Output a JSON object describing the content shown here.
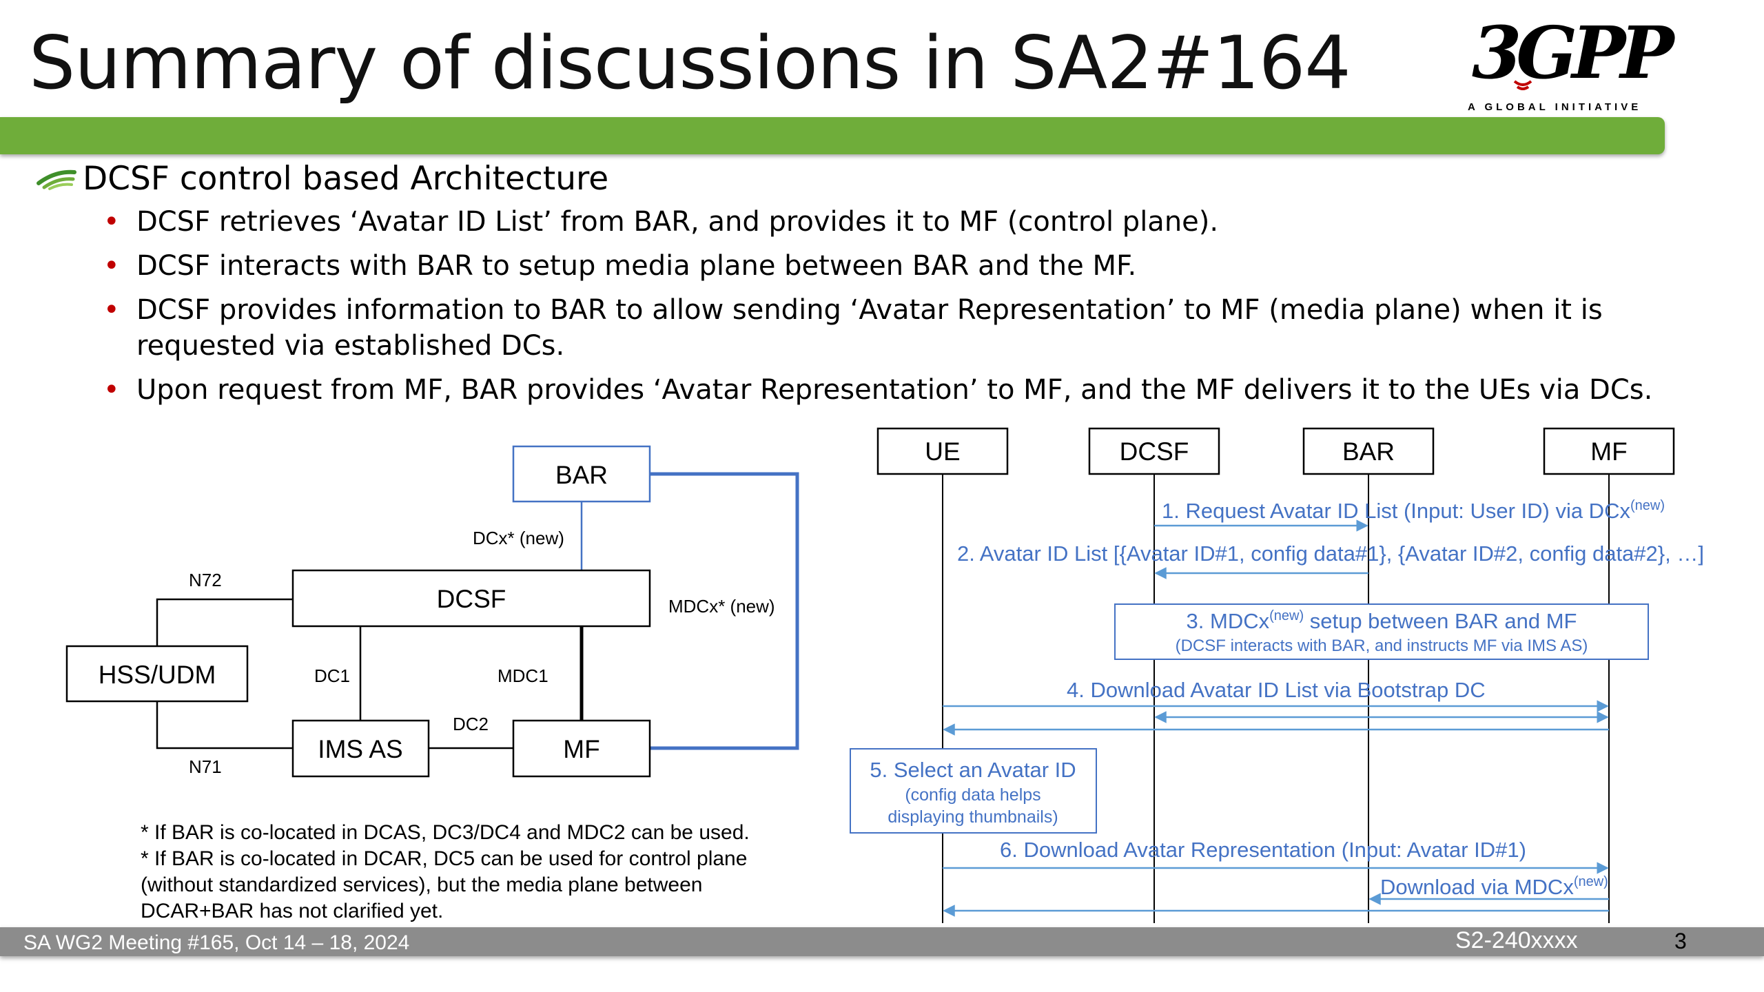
{
  "slide": {
    "title": "Summary of discussions in SA2#164",
    "logo_text": "3GPP",
    "logo_tagline": "A GLOBAL INITIATIVE",
    "heading": "DCSF control based Architecture",
    "bullets": [
      "DCSF retrieves ‘Avatar ID List’ from BAR, and provides it to MF (control plane).",
      "DCSF interacts with BAR to setup media plane between BAR and the MF.",
      "DCSF provides information to BAR to allow sending ‘Avatar Representation’ to MF (media plane) when it is requested via established DCs.",
      "Upon request from MF, BAR provides ‘Avatar Representation’ to MF, and the MF delivers it to the UEs via DCs."
    ]
  },
  "architecture": {
    "nodes": {
      "bar": "BAR",
      "dcsf": "DCSF",
      "hss": "HSS/UDM",
      "imsas": "IMS AS",
      "mf": "MF"
    },
    "links": {
      "dcx": "DCx* (new)",
      "n72": "N72",
      "mdcx": "MDCx* (new)",
      "dc1": "DC1",
      "mdc1": "MDC1",
      "dc2": "DC2",
      "n71": "N71"
    },
    "notes": [
      "* If BAR is co-located in DCAS, DC3/DC4 and MDC2 can be used.",
      "* If BAR is co-located in DCAR, DC5 can be used for control plane",
      "(without standardized services), but the media plane between",
      "DCAR+BAR has not clarified yet."
    ]
  },
  "sequence": {
    "actors": [
      "UE",
      "DCSF",
      "BAR",
      "MF"
    ],
    "step1": "1. Request Avatar ID List (Input: User ID) via DCx",
    "step1_sup": "(new)",
    "step2": "2. Avatar ID List [{Avatar ID#1, config data#1}, {Avatar ID#2, config data#2}, …]",
    "step3_a": "3. MDCx",
    "step3_sup": "(new)",
    "step3_b": " setup between BAR and MF",
    "step3_sub": "(DCSF interacts with BAR, and instructs MF via IMS AS)",
    "step4": "4. Download Avatar ID List via Bootstrap DC",
    "step5_title": "5. Select an Avatar ID",
    "step5_line1": "(config data helps",
    "step5_line2": "displaying thumbnails)",
    "step6": "6. Download Avatar Representation (Input: Avatar ID#1)",
    "step7": "Download via MDCx",
    "step7_sup": "(new)"
  },
  "footer": {
    "meeting": "SA WG2 Meeting #165, Oct 14 – 18, 2024",
    "doc": "S2-240xxxx",
    "page": "3"
  },
  "colors": {
    "accent_green": "#6fad3a",
    "bullet_red": "#c00000",
    "link_blue": "#4472c4",
    "msg_blue": "#5b9bd5",
    "footer_gray": "#8c8c8c"
  }
}
